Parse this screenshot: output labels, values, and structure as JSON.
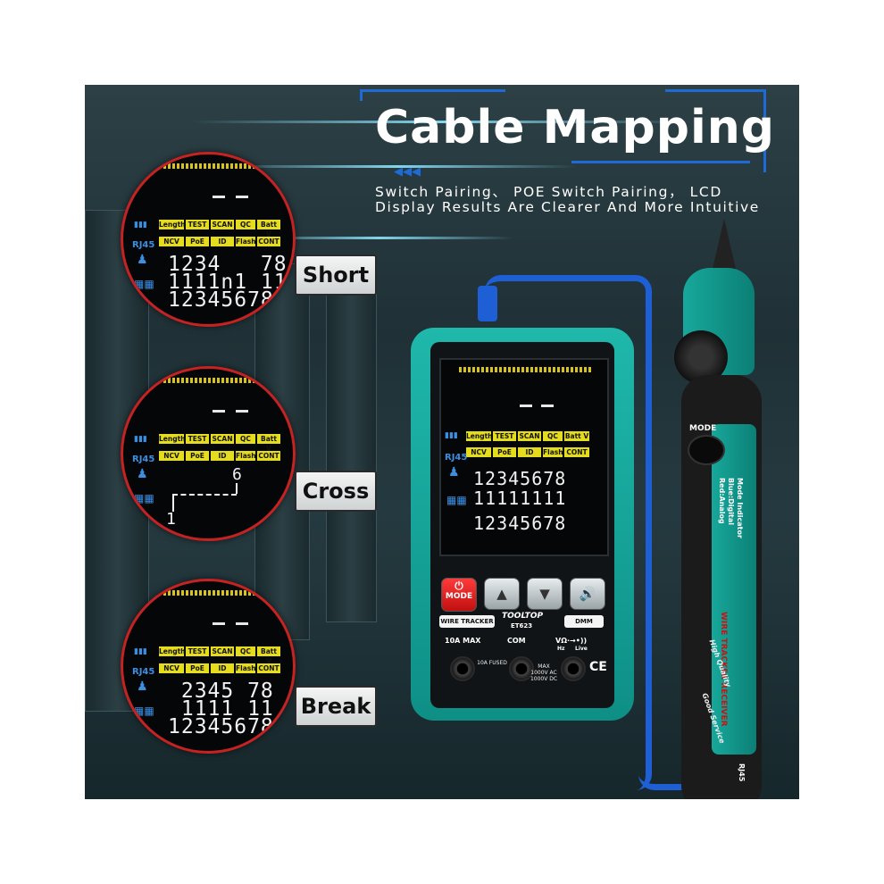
{
  "heading": {
    "title": "Cable Mapping",
    "subtitle": "Switch Pairing、 POE Switch Pairing， LCD Display Results Are Clearer And More Intuitive"
  },
  "lcd_labels": {
    "row1": [
      "Length",
      "TEST",
      "SCAN",
      "QC",
      "Batt V"
    ],
    "row2": [
      "NCV",
      "PoE",
      "ID",
      "Flash",
      "CONT"
    ],
    "port": "RJ45"
  },
  "panels": [
    {
      "label": "Short",
      "top_digits": "1234   78",
      "mid_marks": "1111n1 11",
      "bottom_digits": "12345678"
    },
    {
      "label": "Cross",
      "top_digits": "",
      "mid_marks": "6",
      "bottom_digits": "1"
    },
    {
      "label": "Break",
      "top_digits": " 2345 78",
      "mid_marks": " 1111 11",
      "bottom_digits": "12345678"
    }
  ],
  "device": {
    "screen_top_digits": "12345678",
    "screen_bottom_digits": "12345678",
    "mode_label": "MODE",
    "wire_tracker_label": "WIRE TRACKER",
    "brand": "TOOLTOP",
    "model": "ET623",
    "dmm_label": "DMM",
    "jack_labels": [
      "10A MAX",
      "COM",
      "VΩ·→•))"
    ],
    "jack_sublabels": [
      "Hz",
      "Live"
    ],
    "ce_mark": "CE",
    "rating_left": "10A FUSED",
    "rating_right": "MAX 1000V AC 1000V DC"
  },
  "probe": {
    "mode_label": "MODE",
    "indicator_lines": [
      "Mode Indicator",
      "Blue:Digital",
      "Red:Analog"
    ],
    "receiver_label": "WIRE TRACKER RECEIVER",
    "quality_text": "High Quality",
    "service_text": "Good Service",
    "port_label": "RJ45"
  },
  "colors": {
    "accent_teal": "#14a398",
    "lcd_yellow": "#e6dc1e",
    "cable_blue": "#1e5fd6",
    "ring_red": "#c52222"
  }
}
